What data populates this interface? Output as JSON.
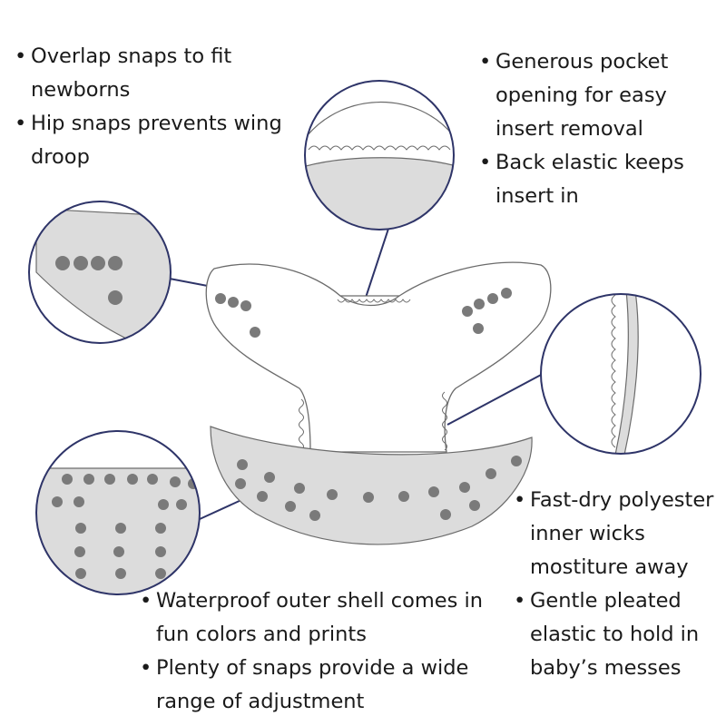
{
  "callouts": {
    "top_left": [
      "Overlap snaps to fit newborns",
      "Hip snaps prevents wing droop"
    ],
    "top_right": [
      "Generous pocket opening for easy insert removal",
      "Back elastic keeps insert in"
    ],
    "right": [
      "Fast-dry polyester inner wicks mostiture away",
      "Gentle pleated elastic to hold in baby’s messes"
    ],
    "bottom": [
      "Waterproof outer shell comes in fun colors and prints",
      "Plenty of snaps provide a wide range of adjustment"
    ]
  },
  "colors": {
    "outline": "#555555",
    "shade": "#dcdcdc",
    "snap": "#7a7a7a",
    "snap_dark": "#5f5f5f",
    "circle_stroke": "#2e3468"
  }
}
